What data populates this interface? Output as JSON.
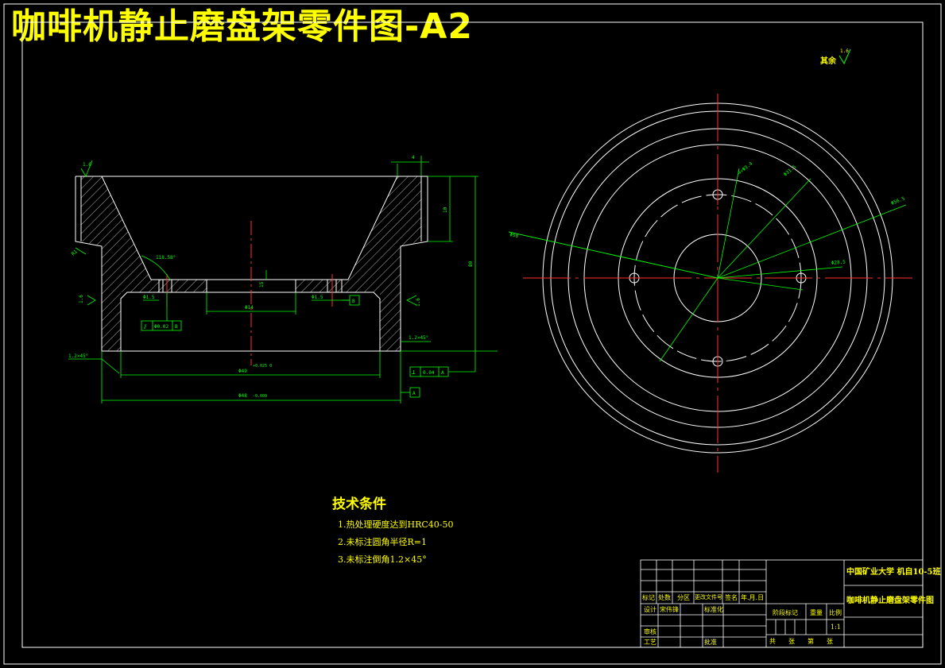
{
  "title": "咖啡机静止磨盘架零件图-A2",
  "other_roughness": {
    "label": "其余",
    "value": "1.6"
  },
  "tech_requirements": {
    "heading": "技术条件",
    "items": [
      "1.热处理硬度达到HRC40-50",
      "2.未标注圆角半径R=1",
      "3.未标注倒角1.2×45°"
    ]
  },
  "dims": {
    "ra_top": "1.6",
    "ra_left": "1.6",
    "ra_right": "1.6",
    "r1": "R1",
    "angle": "118.58°",
    "height_small": "10",
    "height_total": "80",
    "gap": "4",
    "step": "15",
    "d14": "Φ14",
    "d5_l": "Φ1.5",
    "d5_r": "Φ1.5",
    "datum_b": "B",
    "flatness_val": "Φ0.02",
    "flatness_ref": "B",
    "chamfer_l": "1.2×45°",
    "chamfer_r": "1.2×45°",
    "d_inner": "Φ49",
    "d_inner_tol": "+0.025\n0",
    "d_outer": "Φ48",
    "d_outer_tol": "-0.009",
    "perp_val": "0.04",
    "perp_ref": "A",
    "datum_a": "A"
  },
  "circle_dims": {
    "holes": "4×Φ3.4",
    "d1": "Φ31.5",
    "d2": "Φ56.5",
    "d3": "Φ50",
    "d4": "Φ28.5"
  },
  "title_block": {
    "school": "中国矿业大学 机自10-5班",
    "part_name": "咖啡机静止磨盘架零件图",
    "row_labels": [
      "标记",
      "处数",
      "分区",
      "更改文件号",
      "签名",
      "年.月.日"
    ],
    "design": "设计",
    "designer": "宋伟锋",
    "standardize": "标准化",
    "review": "审核",
    "process": "工艺",
    "approve": "批准",
    "stage_mark": "阶段标记",
    "weight": "重量",
    "scale": "比例",
    "scale_value": "1:1",
    "sheets": "共　张　第　张"
  }
}
